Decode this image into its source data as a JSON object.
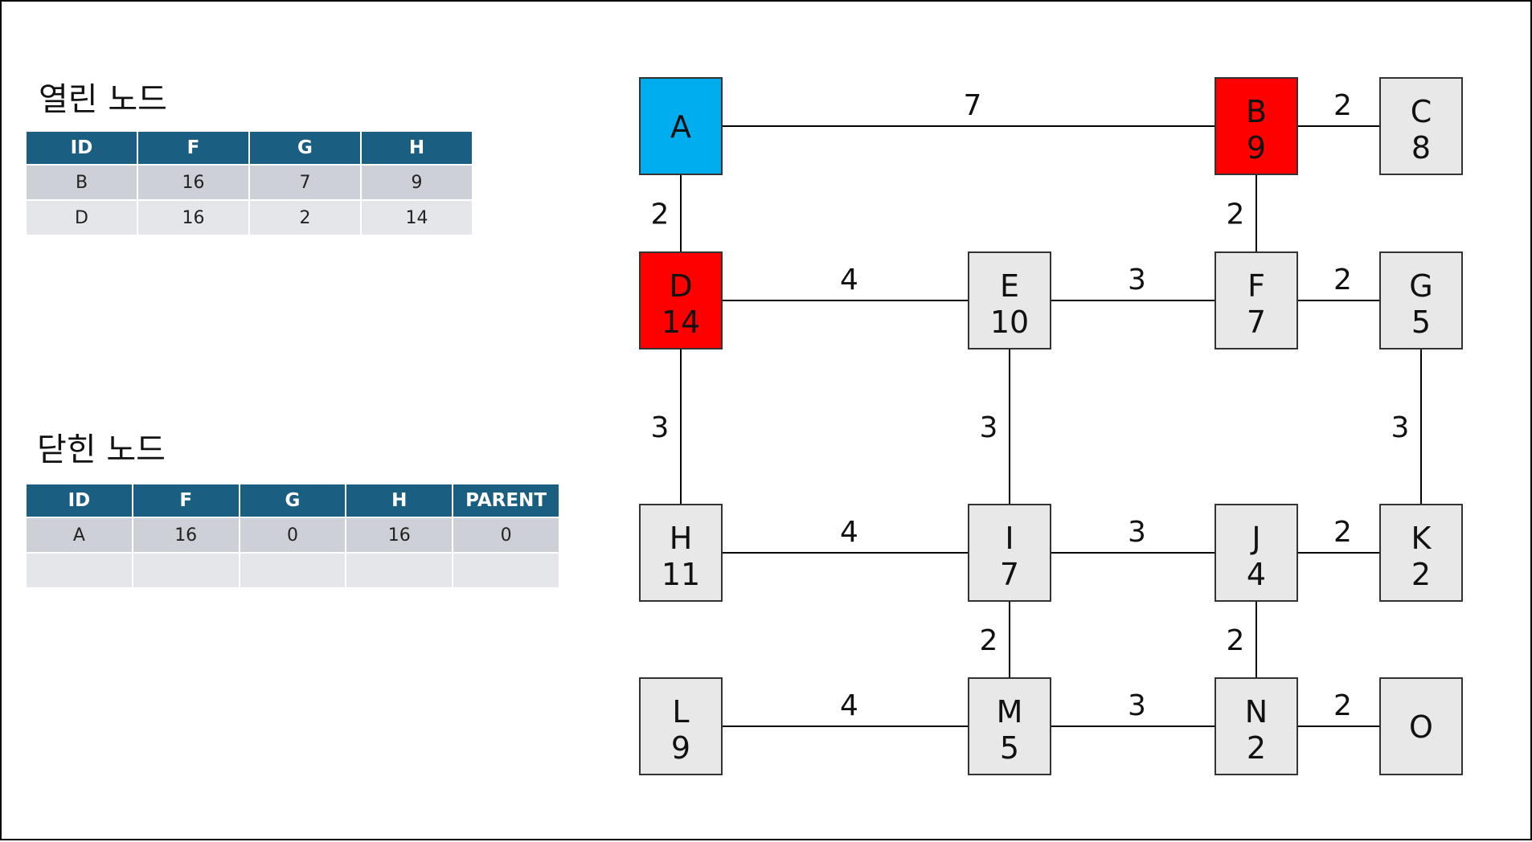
{
  "open_list": {
    "title": "열린 노드",
    "columns": [
      "ID",
      "F",
      "G",
      "H"
    ],
    "rows": [
      [
        "B",
        "16",
        "7",
        "9"
      ],
      [
        "D",
        "16",
        "2",
        "14"
      ]
    ]
  },
  "closed_list": {
    "title": "닫힌 노드",
    "columns": [
      "ID",
      "F",
      "G",
      "H",
      "PARENT"
    ],
    "rows": [
      [
        "A",
        "16",
        "0",
        "16",
        "0"
      ],
      [
        "",
        "",
        "",
        "",
        ""
      ]
    ]
  },
  "colors": {
    "start": "#00aeef",
    "open": "#ff0000",
    "default": "#e8e8e8",
    "header": "#1a5e82"
  },
  "graph": {
    "nodes": [
      {
        "id": "A",
        "h": "",
        "state": "start"
      },
      {
        "id": "B",
        "h": "9",
        "state": "open"
      },
      {
        "id": "C",
        "h": "8",
        "state": "default"
      },
      {
        "id": "D",
        "h": "14",
        "state": "open"
      },
      {
        "id": "E",
        "h": "10",
        "state": "default"
      },
      {
        "id": "F",
        "h": "7",
        "state": "default"
      },
      {
        "id": "G",
        "h": "5",
        "state": "default"
      },
      {
        "id": "H",
        "h": "11",
        "state": "default"
      },
      {
        "id": "I",
        "h": "7",
        "state": "default"
      },
      {
        "id": "J",
        "h": "4",
        "state": "default"
      },
      {
        "id": "K",
        "h": "2",
        "state": "default"
      },
      {
        "id": "L",
        "h": "9",
        "state": "default"
      },
      {
        "id": "M",
        "h": "5",
        "state": "default"
      },
      {
        "id": "N",
        "h": "2",
        "state": "default"
      },
      {
        "id": "O",
        "h": "",
        "state": "default"
      }
    ],
    "edges": [
      {
        "from": "A",
        "to": "B",
        "weight": "7"
      },
      {
        "from": "B",
        "to": "C",
        "weight": "2"
      },
      {
        "from": "A",
        "to": "D",
        "weight": "2"
      },
      {
        "from": "B",
        "to": "F",
        "weight": "2"
      },
      {
        "from": "D",
        "to": "E",
        "weight": "4"
      },
      {
        "from": "E",
        "to": "F",
        "weight": "3"
      },
      {
        "from": "F",
        "to": "G",
        "weight": "2"
      },
      {
        "from": "D",
        "to": "H",
        "weight": "3"
      },
      {
        "from": "E",
        "to": "I",
        "weight": "3"
      },
      {
        "from": "G",
        "to": "K",
        "weight": "3"
      },
      {
        "from": "H",
        "to": "I",
        "weight": "4"
      },
      {
        "from": "I",
        "to": "J",
        "weight": "3"
      },
      {
        "from": "J",
        "to": "K",
        "weight": "2"
      },
      {
        "from": "I",
        "to": "M",
        "weight": "2"
      },
      {
        "from": "J",
        "to": "N",
        "weight": "2"
      },
      {
        "from": "L",
        "to": "M",
        "weight": "4"
      },
      {
        "from": "M",
        "to": "N",
        "weight": "3"
      },
      {
        "from": "N",
        "to": "O",
        "weight": "2"
      }
    ]
  }
}
